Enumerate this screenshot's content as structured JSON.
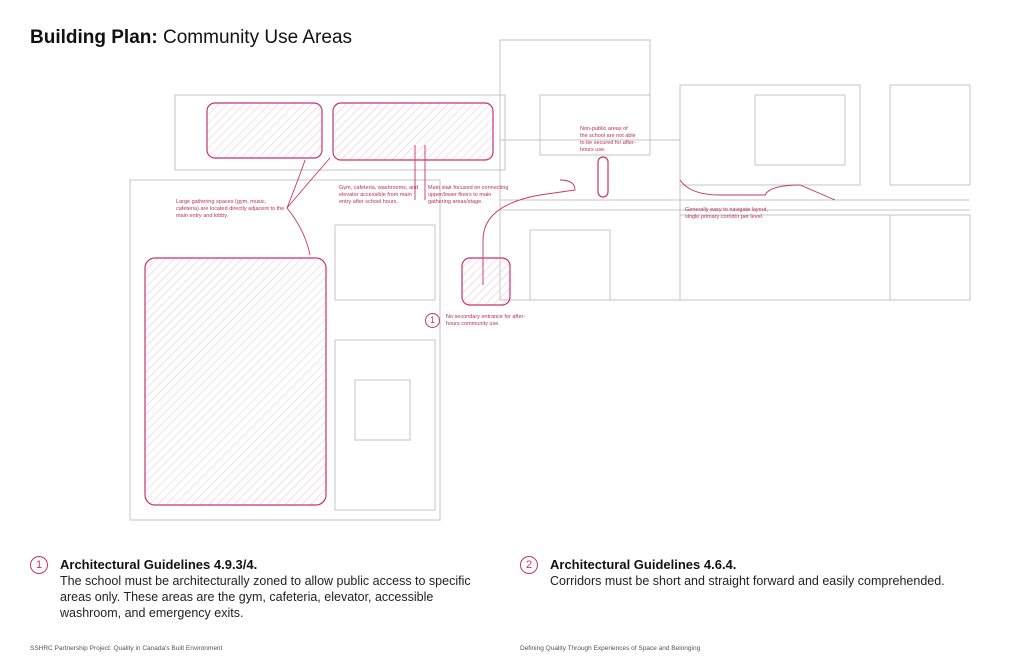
{
  "title": {
    "bold": "Building Plan:",
    "rest": " Community Use Areas"
  },
  "annotations": {
    "gathering": "Large gathering spaces (gym, music, cafeteria) are located directly adjacent to the main entry and lobby.",
    "gym_access": "Gym, cafeteria, washrooms, and elevator accessible from main entry after school hours.",
    "main_stair": "Main stair focused on connecting upper/lower floors to main gathering areas/stage.",
    "non_public": "Non-public areas of the school are not able to be secured for after-hours use.",
    "corridor": "Generally easy to navigate layout, single primary corridor per level.",
    "secondary_entrance": {
      "number": "1",
      "text": "No secondary entrance for after-hours community use."
    }
  },
  "guidelines": [
    {
      "number": "1",
      "heading": "Architectural Guidelines 4.9.3/4.",
      "body": "The school must be architecturally zoned to allow public access to specific areas only. These areas are the gym, cafeteria, elevator, accessible washroom, and emergency exits."
    },
    {
      "number": "2",
      "heading": "Architectural Guidelines 4.6.4.",
      "body": "Corridors must be short and straight forward and easily comprehended."
    }
  ],
  "footer": {
    "left": "SSHRC Partnership Project: Quality in Canada's Built Environment",
    "right": "Defining Quality Through Experiences of Space and Belonging"
  },
  "colors": {
    "accent": "#c8336e",
    "plan_lines": "#bbbbbb"
  }
}
